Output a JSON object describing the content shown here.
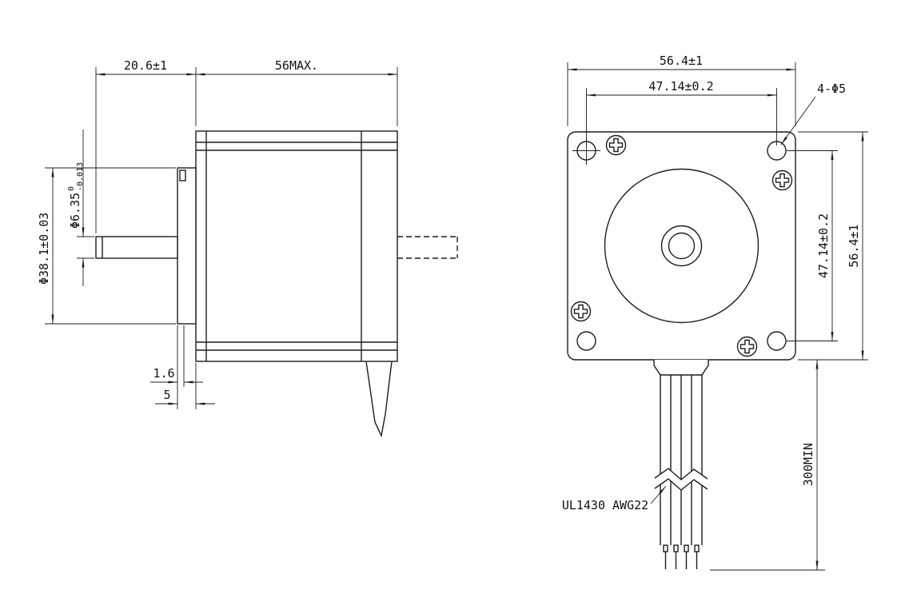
{
  "side_view": {
    "shaft_extension": "20.6±1",
    "body_length": "56MAX.",
    "shaft_diameter": "Φ6.35",
    "shaft_diameter_tol_upper": "0",
    "shaft_diameter_tol_lower": "-0.013",
    "pilot_diameter": "Φ38.1±0.03",
    "pilot_height": "1.6",
    "shaft_shoulder": "5"
  },
  "front_view": {
    "overall_width": "56.4±1",
    "hole_spacing_horizontal": "47.14±0.2",
    "mounting_hole_callout": "4-Φ5",
    "hole_spacing_vertical": "47.14±0.2",
    "overall_height": "56.4±1",
    "lead_length_min": "300MIN",
    "lead_wire_label": "UL1430 AWG22"
  }
}
